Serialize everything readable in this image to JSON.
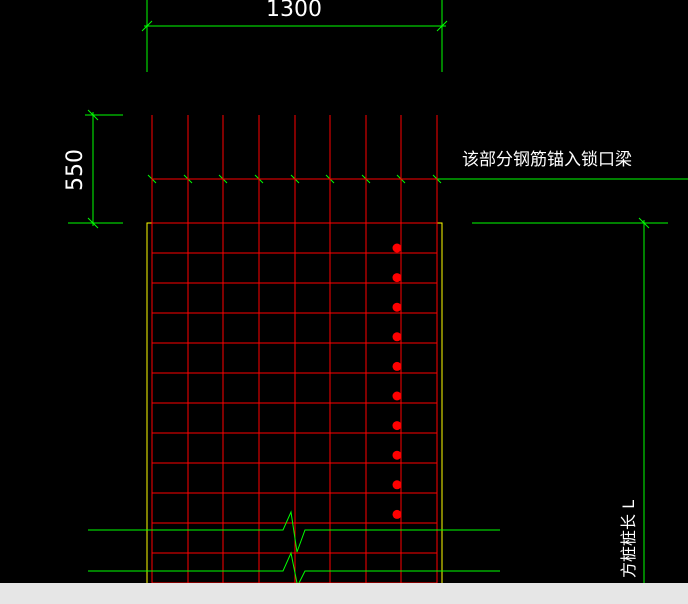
{
  "drawing": {
    "dimensions": {
      "top_width": "1300",
      "top_height": "550"
    },
    "annotation": "该部分钢筋锚入锁口梁",
    "side_label": "方桩桩长  L",
    "colors": {
      "background": "#000000",
      "dimension_lines": "#00ff00",
      "rebar": "#ff0000",
      "pile_outline": "#ffff00",
      "text": "#ffffff",
      "rebar_dots": "#ff0000"
    },
    "counts": {
      "vertical_bars": 9,
      "rebar_dots": 10
    }
  }
}
